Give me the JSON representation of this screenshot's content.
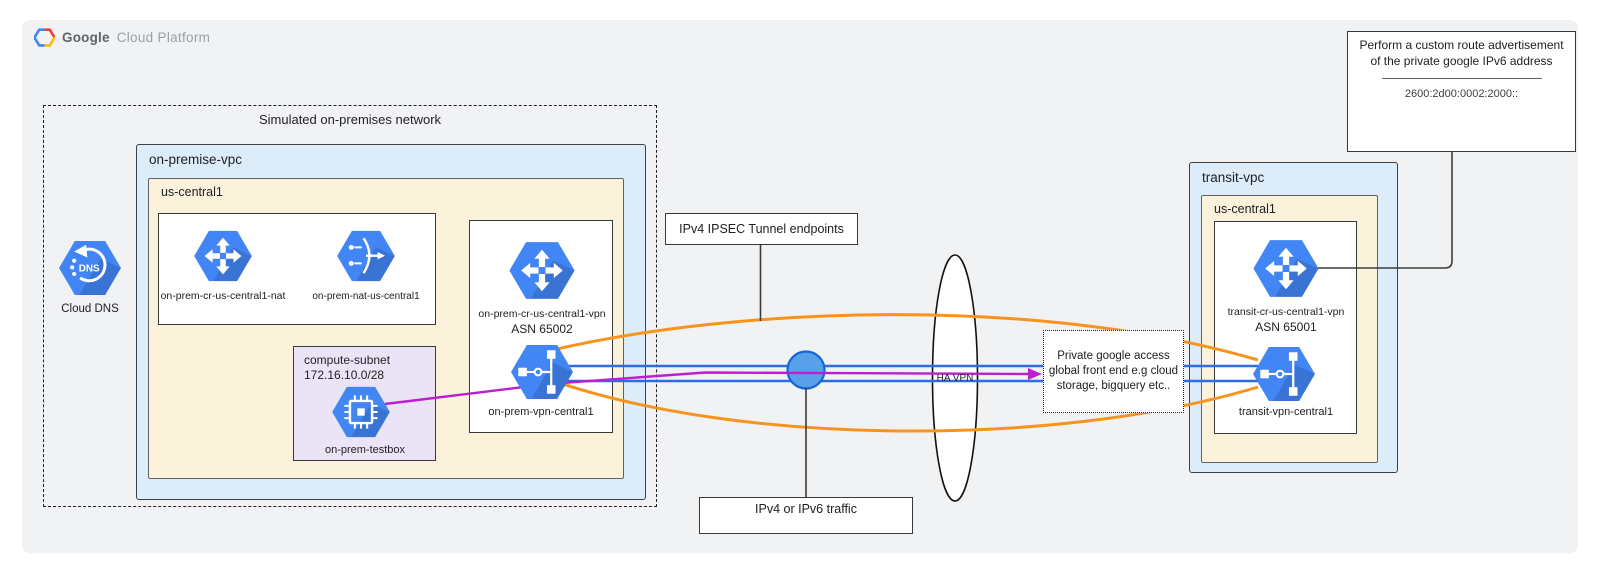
{
  "logo": {
    "brand": "Google",
    "product": "Cloud Platform"
  },
  "dns": {
    "label": "Cloud DNS",
    "icon": "cloud-dns-icon"
  },
  "onprem": {
    "title": "Simulated on-premises network",
    "vpc": "on-premise-vpc",
    "region": "us-central1",
    "router_nat": "on-prem-cr-us-central1-nat",
    "nat": "on-prem-nat-us-central1",
    "subnet_name": "compute-subnet",
    "subnet_cidr": "172.16.10.0/28",
    "vm": "on-prem-testbox",
    "vpn_router": "on-prem-cr-us-central1-vpn",
    "vpn_router_asn": "ASN 65002",
    "vpn_gateway": "on-prem-vpn-central1"
  },
  "middle": {
    "ipsec_label": "IPv4 IPSEC Tunnel endpoints",
    "traffic_label": "IPv4 or IPv6 traffic",
    "ha_vpn": "HA VPN",
    "pga": "Private google access global front end e.g cloud storage, bigquery etc.."
  },
  "transit": {
    "vpc": "transit-vpc",
    "region": "us-central1",
    "router": "transit-cr-us-central1-vpn",
    "router_asn": "ASN 65001",
    "vpn_gateway": "transit-vpn-central1"
  },
  "note": {
    "text": "Perform a custom route advertisement of the private google IPv6 address",
    "address": "2600:2d00:0002:2000::"
  },
  "colors": {
    "icon_blue": "#4285f4",
    "tunnel_orange": "#f7941e",
    "flow_blue": "#2f6be4",
    "flow_purple": "#bb1fd0",
    "vpc_fill": "#dcecf9",
    "region_fill": "#fbf2dc",
    "subnet_fill": "#eae4f6"
  }
}
